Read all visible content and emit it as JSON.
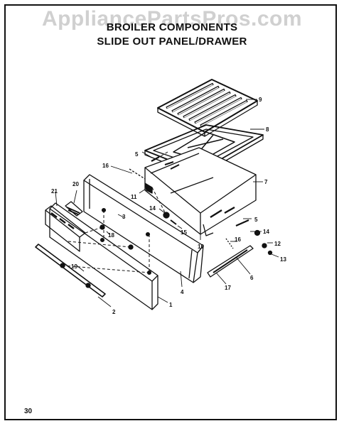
{
  "watermark": "AppliancePartsPros.com",
  "title": {
    "line1": "BROILER COMPONENTS",
    "line2": "SLIDE OUT PANEL/DRAWER"
  },
  "page_number": "30",
  "callouts": [
    {
      "id": "c9",
      "label": "9"
    },
    {
      "id": "c8",
      "label": "8"
    },
    {
      "id": "c7",
      "label": "7"
    },
    {
      "id": "c5a",
      "label": "5"
    },
    {
      "id": "c16a",
      "label": "16"
    },
    {
      "id": "c11",
      "label": "11"
    },
    {
      "id": "c14a",
      "label": "14"
    },
    {
      "id": "c15",
      "label": "15"
    },
    {
      "id": "c10",
      "label": "10"
    },
    {
      "id": "c5b",
      "label": "5"
    },
    {
      "id": "c14b",
      "label": "14"
    },
    {
      "id": "c16b",
      "label": "16"
    },
    {
      "id": "c12",
      "label": "12"
    },
    {
      "id": "c13",
      "label": "13"
    },
    {
      "id": "c6",
      "label": "6"
    },
    {
      "id": "c17",
      "label": "17"
    },
    {
      "id": "c21",
      "label": "21"
    },
    {
      "id": "c20",
      "label": "20"
    },
    {
      "id": "c3",
      "label": "3"
    },
    {
      "id": "c18",
      "label": "18"
    },
    {
      "id": "c19",
      "label": "19"
    },
    {
      "id": "c4",
      "label": "4"
    },
    {
      "id": "c1",
      "label": "1"
    },
    {
      "id": "c2",
      "label": "2"
    }
  ]
}
